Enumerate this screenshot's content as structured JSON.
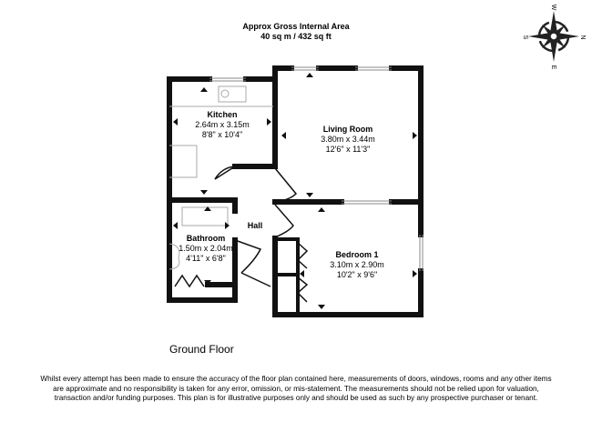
{
  "header": {
    "title": "Approx Gross Internal Area",
    "area": "40 sq m / 432 sq ft"
  },
  "compass": {
    "top": "W",
    "right": "N",
    "bottom": "E",
    "left": "S"
  },
  "rooms": {
    "kitchen": {
      "name": "Kitchen",
      "metric": "2.64m x 3.15m",
      "imperial": "8'8\" x 10'4\""
    },
    "living": {
      "name": "Living Room",
      "metric": "3.80m x 3.44m",
      "imperial": "12'6\" x 11'3\""
    },
    "hall": {
      "name": "Hall"
    },
    "bathroom": {
      "name": "Bathroom",
      "metric": "1.50m x 2.04m",
      "imperial": "4'11\" x 6'8\""
    },
    "bedroom": {
      "name": "Bedroom 1",
      "metric": "3.10m x 2.90m",
      "imperial": "10'2\" x 9'6\""
    }
  },
  "floor_label": "Ground Floor",
  "disclaimer": "Whilst every attempt has been made to ensure the accuracy of the floor plan contained here, measurements of doors, windows, rooms and any other items are approximate and no responsibility is taken for any error, omission, or mis-statement. The measurements should not be relied upon for valuation, transaction and/or funding purposes. This plan is for illustrative purposes only and should be used as such by any prospective purchaser or tenant."
}
